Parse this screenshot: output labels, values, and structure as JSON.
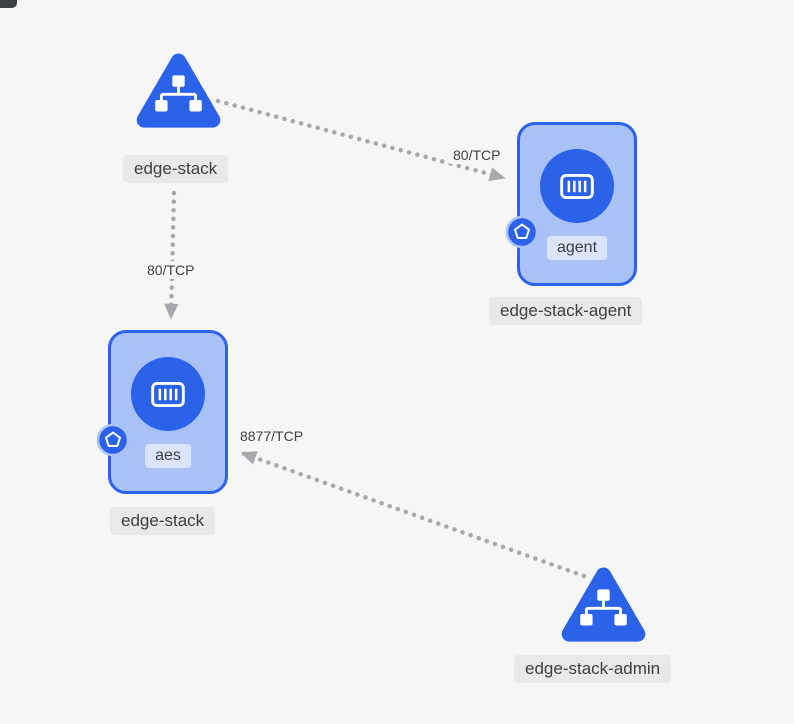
{
  "canvas": {
    "background": "#f6f6f6"
  },
  "colors": {
    "canvas_bg": "#f6f6f6",
    "primary_blue": "#2b62ea",
    "node_fill": "#a9c1f5",
    "container_badge_bg": "#dbe4fa",
    "edge_gray": "#a7a9ac",
    "label_bg": "#e9e9e9",
    "label_text": "#3c4043"
  },
  "nodes": {
    "service_edge_stack": {
      "type": "service",
      "label": "edge-stack"
    },
    "workload_edge_stack_agent": {
      "type": "workload",
      "label": "edge-stack-agent",
      "container": "agent"
    },
    "workload_edge_stack": {
      "type": "workload",
      "label": "edge-stack",
      "container": "aes"
    },
    "service_edge_stack_admin": {
      "type": "service",
      "label": "edge-stack-admin"
    }
  },
  "edges": [
    {
      "from": "edge-stack",
      "to": "edge-stack-agent",
      "label": "80/TCP"
    },
    {
      "from": "edge-stack",
      "to": "edge-stack",
      "label": "80/TCP"
    },
    {
      "from": "edge-stack-admin",
      "to": "edge-stack",
      "label": "8877/TCP"
    }
  ]
}
